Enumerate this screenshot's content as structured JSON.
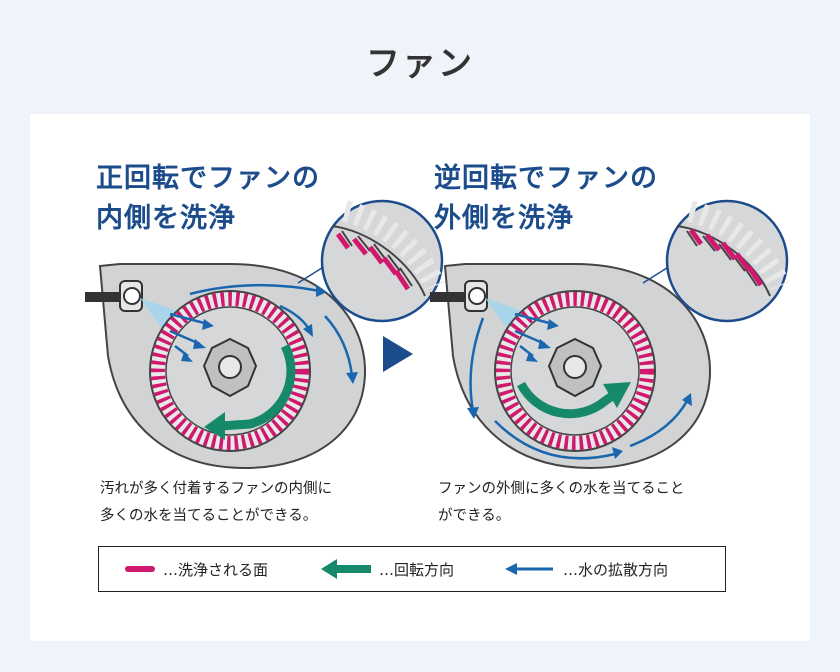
{
  "title": "ファン",
  "panels": [
    {
      "heading_line1": "正回転でファンの",
      "heading_line2": "内側を洗浄",
      "caption_line1": "汚れが多く付着するファンの内側に",
      "caption_line2": "多くの水を当てることができる。"
    },
    {
      "heading_line1": "逆回転でファンの",
      "heading_line2": "外側を洗浄",
      "caption_line1": "ファンの外側に多くの水を当てること",
      "caption_line2": "ができる。"
    }
  ],
  "legend": {
    "washed_surface": "…洗浄される面",
    "rotation_direction": "…回転方向",
    "water_spread_direction": "…水の拡散方向"
  },
  "colors": {
    "heading": "#1c4c8c",
    "washed_surface": "#d0186e",
    "rotation": "#16896a",
    "water": "#1a67b0",
    "divider_arrow": "#1c4c8c"
  }
}
